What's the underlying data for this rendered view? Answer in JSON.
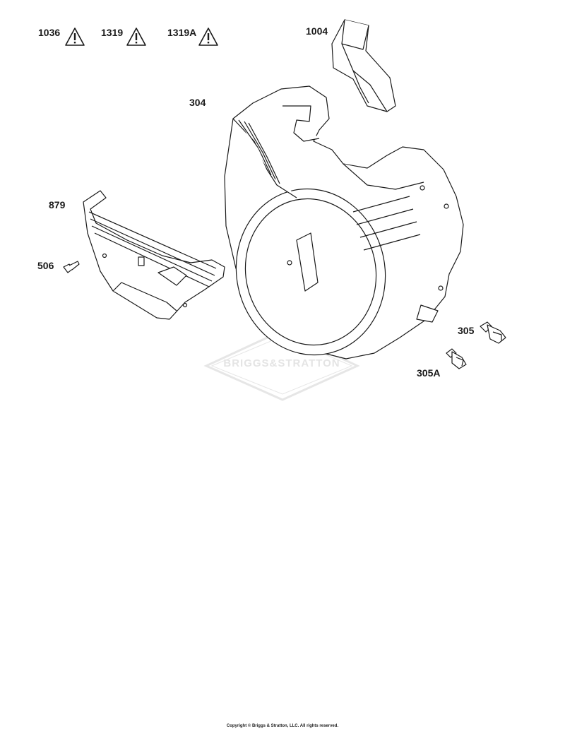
{
  "labels": {
    "l1036": "1036",
    "l1319": "1319",
    "l1319a": "1319A",
    "l1004": "1004",
    "l304": "304",
    "l879": "879",
    "l506": "506",
    "l305": "305",
    "l305a": "305A"
  },
  "watermark": "BRIGGS&STRATTON",
  "copyright": "Copyright © Briggs & Stratton, LLC. All rights reserved.",
  "icons": [
    "warning-triangle-icon"
  ],
  "colors": {
    "line": "#1a1a1a",
    "watermark": "#e4e4e4"
  }
}
